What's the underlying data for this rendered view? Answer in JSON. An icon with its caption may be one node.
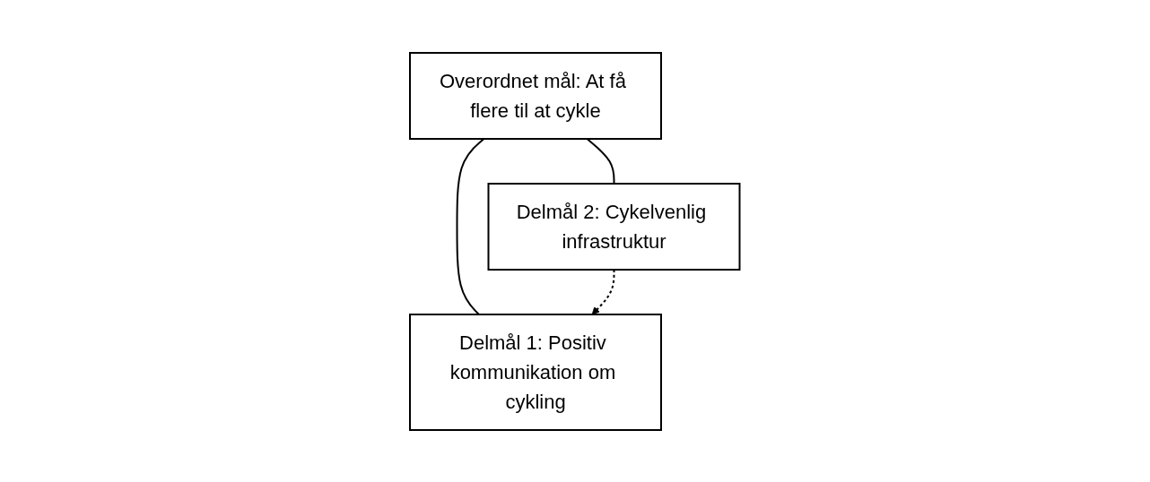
{
  "diagram": {
    "nodes": [
      {
        "text": [
          "Overordnet mål: At få flere til at cykle"
        ]
      },
      {
        "text": [
          "Delmål 1: Positiv kommunikation om cykling"
        ]
      },
      {
        "text": [
          "Delmål 2: Cykelvenlig infrastruktur"
        ]
      }
    ],
    "edges": [
      {
        "from": 0,
        "to": 1,
        "arrow": "none"
      },
      {
        "from": 0,
        "to": 2,
        "arrow": "none"
      },
      {
        "from": 2,
        "to": 1,
        "arrow": "to",
        "style": "dashed"
      }
    ]
  }
}
